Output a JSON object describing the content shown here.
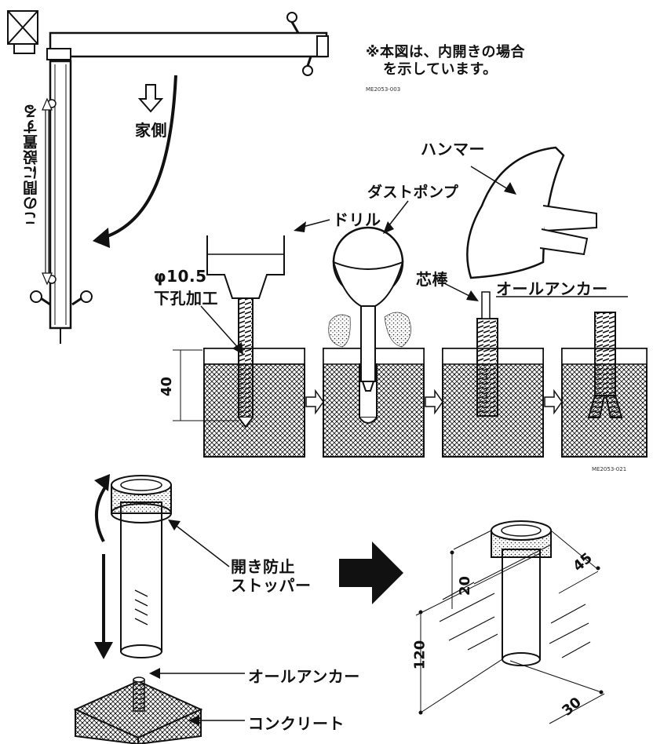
{
  "figure": {
    "note_line1": "※本図は、内開きの場合",
    "note_line2": "を示しています。",
    "code_top": "ME2053-003",
    "code_mid": "ME2053-021",
    "house_side": "家側",
    "install_between": "この間に設置する",
    "hammer": "ハンマー",
    "dust_pump": "ダストポンプ",
    "drill": "ドリル",
    "hole_line1": "φ10.5",
    "hole_line2": "下孔加工",
    "core_pin": "芯棒",
    "all_anchor": "オールアンカー",
    "depth_40": "40",
    "stopper_line1": "開き防止",
    "stopper_line2": "ストッパー",
    "all_anchor_bottom": "オールアンカー",
    "concrete": "コンクリート",
    "dim_45": "45",
    "dim_20": "20",
    "dim_120": "120",
    "dim_30": "30"
  }
}
